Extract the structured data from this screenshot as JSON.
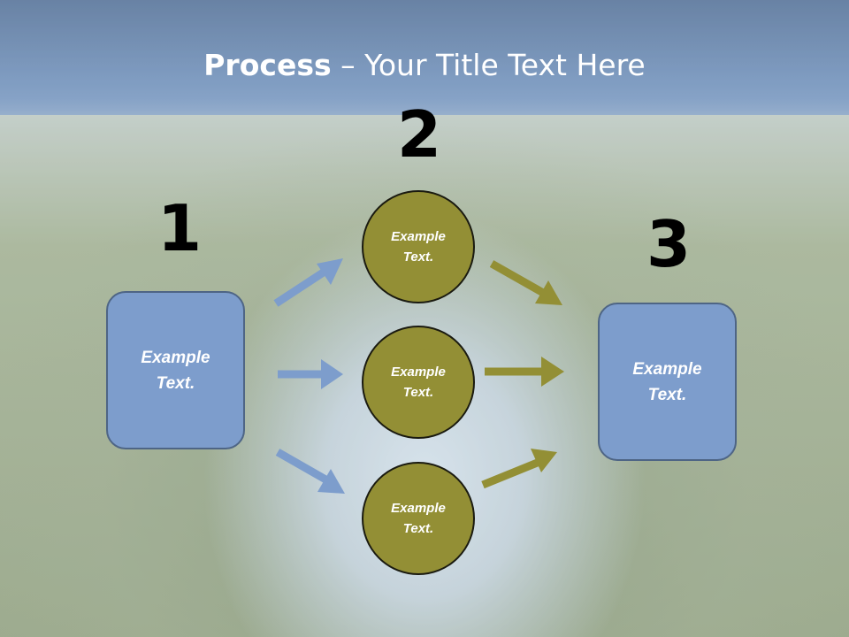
{
  "title": {
    "bold": "Process",
    "rest": " – Your Title Text Here"
  },
  "steps": [
    {
      "number": "1",
      "label": "Example\nText."
    },
    {
      "number": "2",
      "label": ""
    },
    {
      "number": "3",
      "label": "Example\nText."
    }
  ],
  "circles": [
    {
      "label": "Example\nText."
    },
    {
      "label": "Example\nText."
    },
    {
      "label": "Example\nText."
    }
  ],
  "colors": {
    "box_fill": "#7d9dcc",
    "circle_fill": "#938f35",
    "arrow_blue": "#7d9dcc",
    "arrow_olive": "#938f35"
  }
}
